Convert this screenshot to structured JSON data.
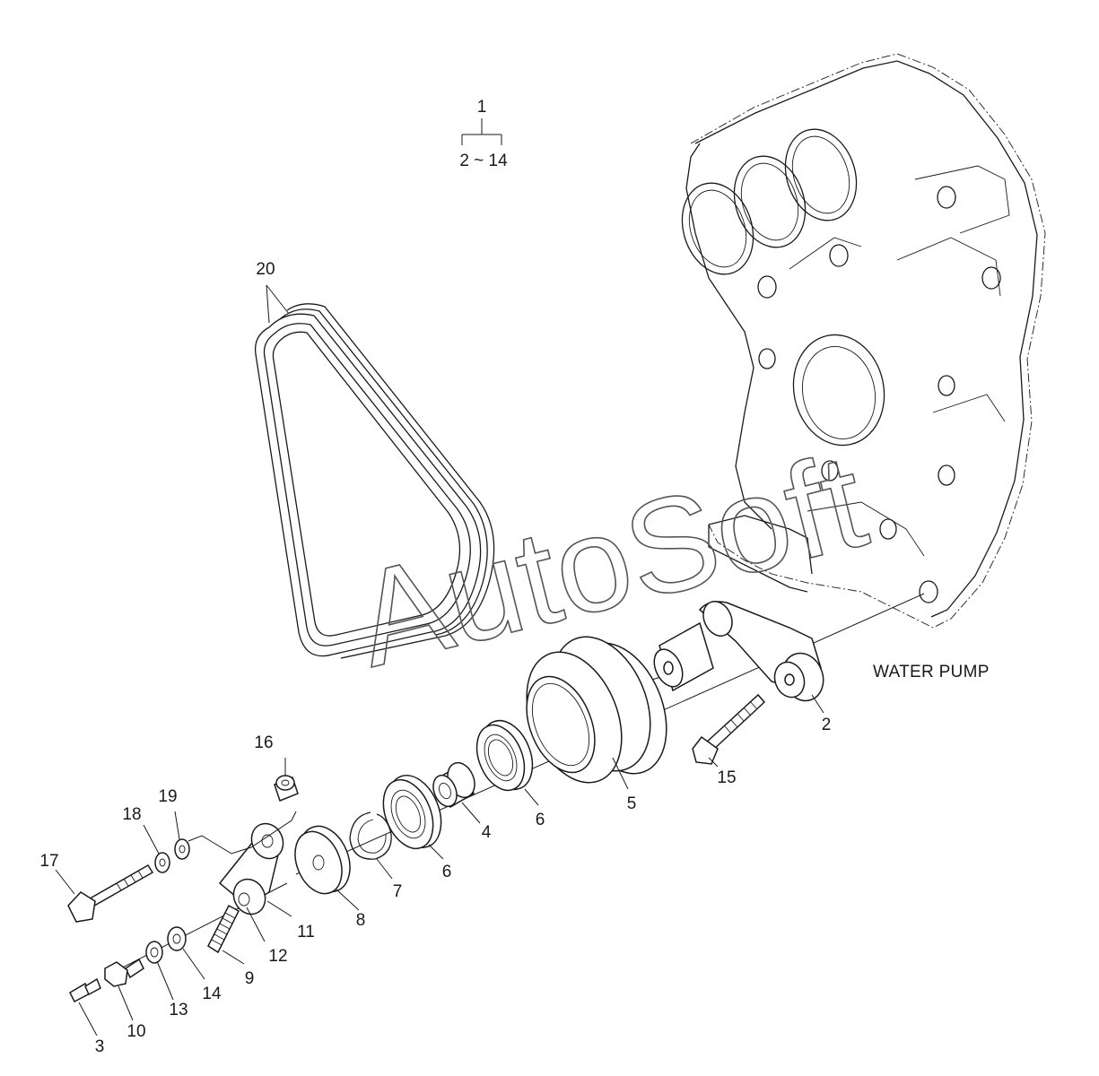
{
  "assembly": {
    "parent": "1",
    "range": "2 ~ 14"
  },
  "caption": "WATER PUMP",
  "watermark": "AutoSoft",
  "callouts": [
    {
      "id": "c20",
      "text": "20"
    },
    {
      "id": "c2",
      "text": "2"
    },
    {
      "id": "c15",
      "text": "15"
    },
    {
      "id": "c5",
      "text": "5"
    },
    {
      "id": "c6a",
      "text": "6"
    },
    {
      "id": "c4",
      "text": "4"
    },
    {
      "id": "c6b",
      "text": "6"
    },
    {
      "id": "c7",
      "text": "7"
    },
    {
      "id": "c8",
      "text": "8"
    },
    {
      "id": "c16",
      "text": "16"
    },
    {
      "id": "c19",
      "text": "19"
    },
    {
      "id": "c18",
      "text": "18"
    },
    {
      "id": "c17",
      "text": "17"
    },
    {
      "id": "c11",
      "text": "11"
    },
    {
      "id": "c12",
      "text": "12"
    },
    {
      "id": "c9",
      "text": "9"
    },
    {
      "id": "c14",
      "text": "14"
    },
    {
      "id": "c13",
      "text": "13"
    },
    {
      "id": "c10",
      "text": "10"
    },
    {
      "id": "c3",
      "text": "3"
    }
  ]
}
